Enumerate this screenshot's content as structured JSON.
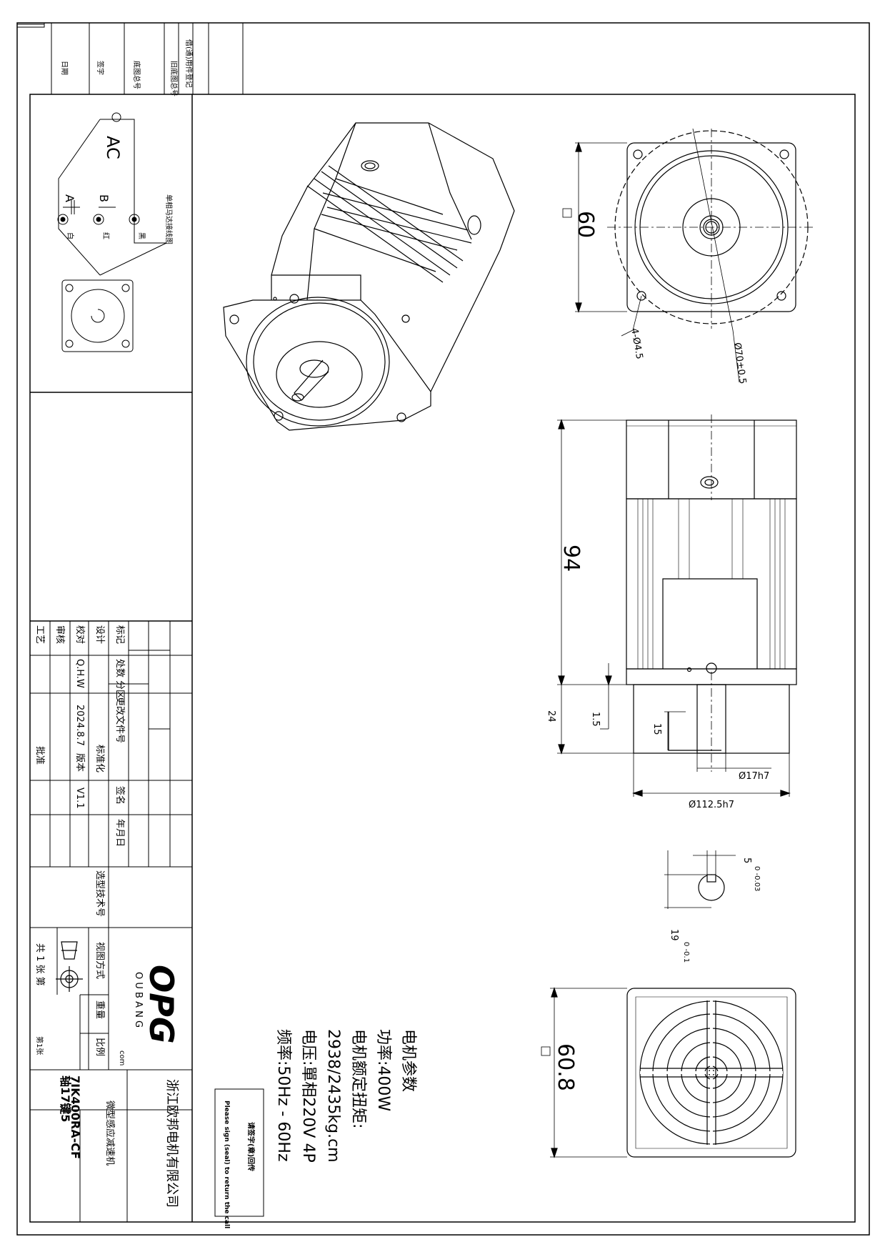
{
  "wiring": {
    "ac": "AC",
    "b": "B",
    "a": "A",
    "title": "单相马达接线图",
    "white": "白",
    "red": "红",
    "black": "黑"
  },
  "revision_strip": [
    "日期",
    "签字",
    "底图总号",
    "旧底图总号",
    "借(通)用件登记"
  ],
  "dimensions": {
    "front_square": "60",
    "square_symbol": "□",
    "holes": "4-Ø4.5",
    "pcd": "Ø70±0.5",
    "body_length": "94",
    "shaft_length": "24",
    "pilot_depth": "1.5",
    "key_length": "15",
    "shaft_dia": "Ø17h7",
    "pilot_dia": "Ø112.5h7",
    "key_width": "5",
    "key_width_tol": "0\n-0.03",
    "key_height": "19",
    "key_height_tol": "0\n-0.1",
    "rear_square": "60.8"
  },
  "motor_params": {
    "heading": "电机参数",
    "power": "功率:400W",
    "torque_label": "电机额定扭矩:",
    "torque_value": "2938/2435kg.cm",
    "voltage": "电压:單相220V 4P",
    "frequency": "频率:50Hz - 60Hz"
  },
  "sign_box": {
    "cn": "请签字(章)回传",
    "en": "Please sign (seal) to return the call"
  },
  "title_block": {
    "rev_headers": [
      "标记",
      "处数",
      "分区",
      "更改文件号",
      "签名",
      "年月日"
    ],
    "design": "设计",
    "standardize": "标准化",
    "check": "校对",
    "checker": "Q.H.W",
    "review": "审核",
    "process": "工艺",
    "approve": "批准",
    "date": "2024.8.7",
    "version_label": "版本",
    "version": "V1.1",
    "model_no_label": "选型技术号",
    "projection_label": "视图方式",
    "weight_label": "重量",
    "scale_label": "比例",
    "sheets": "共 1 张 第",
    "sheet_no": "第1张",
    "logo": "OPG",
    "logo_sub": "O U B A N G",
    "logo_com": "com",
    "company": "浙江欧邦电机有限公司",
    "product": "微型感应减速机",
    "model": "7IK400RA-CF",
    "shaft_spec": "轴17键5"
  }
}
